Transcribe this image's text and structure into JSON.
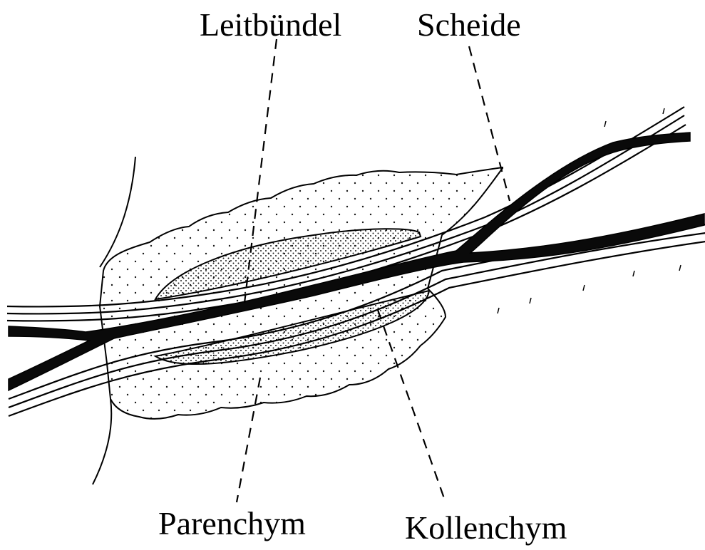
{
  "labels": {
    "vascular_bundle": "Leitbündel",
    "sheath": "Scheide",
    "parenchyma": "Parenchym",
    "collenchyma": "Kollenchym"
  },
  "colors": {
    "ink": "#000000",
    "background": "#ffffff",
    "stipple": "#1a1a1a"
  }
}
